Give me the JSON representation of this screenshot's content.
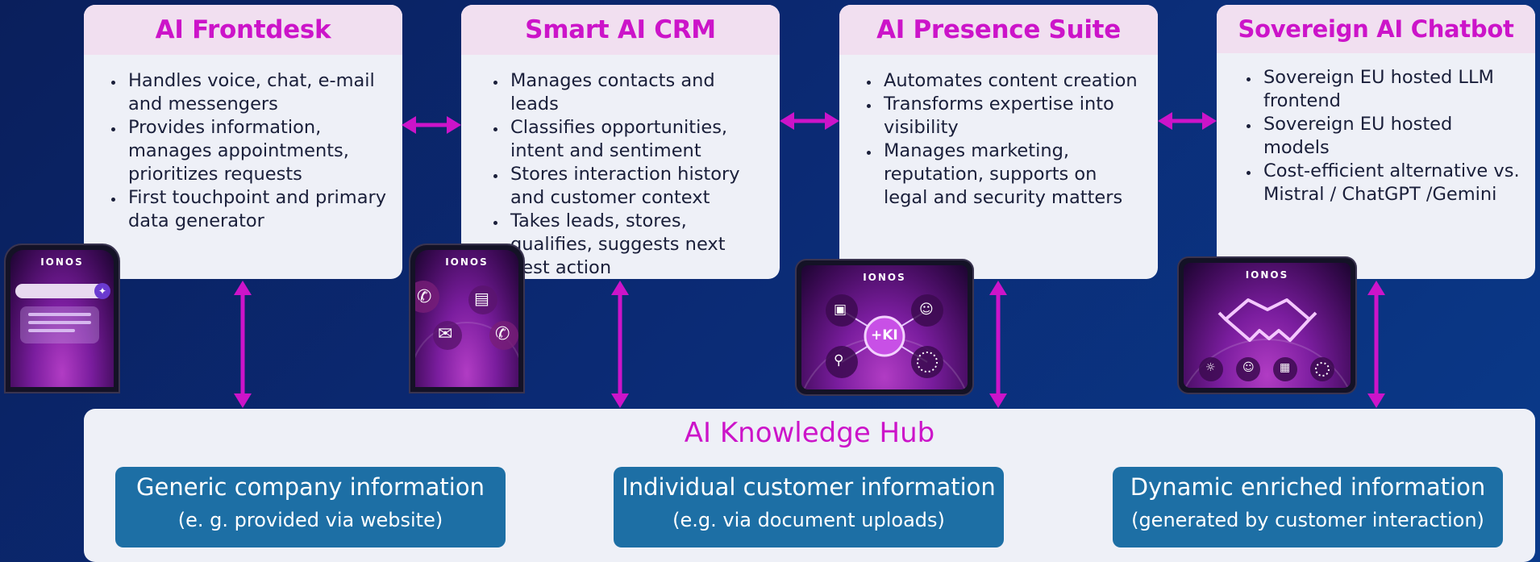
{
  "cards": [
    {
      "title": "AI Frontdesk",
      "bullets": [
        "Handles voice, chat, e-mail and messengers",
        "Provides information, manages appointments, prioritizes requests",
        "First touchpoint and primary data generator"
      ]
    },
    {
      "title": "Smart AI CRM",
      "bullets": [
        "Manages contacts and leads",
        "Classifies opportunities, intent and sentiment",
        "Stores interaction history and customer context",
        "Takes leads, stores, qualifies, suggests next best action"
      ]
    },
    {
      "title": "AI Presence Suite",
      "bullets": [
        "Automates content creation",
        "Transforms expertise into visibility",
        "Manages marketing, reputation, supports on legal and security matters"
      ]
    },
    {
      "title": "Sovereign AI Chatbot",
      "bullets": [
        "Sovereign EU hosted LLM frontend",
        "Sovereign EU hosted models",
        "Cost-efficient alternative vs. Mistral / ChatGPT /Gemini"
      ]
    }
  ],
  "hub": {
    "title": "AI Knowledge Hub",
    "boxes": [
      {
        "title": "Generic company information",
        "subtitle": "(e. g. provided via website)"
      },
      {
        "title": "Individual customer information",
        "subtitle": "(e.g. via document uploads)"
      },
      {
        "title": "Dynamic enriched information",
        "subtitle": "(generated by customer interaction)"
      }
    ]
  },
  "devices": {
    "brand": "IONOS",
    "ki_label": "+KI"
  },
  "colors": {
    "accent": "#cc14c9",
    "card_bg": "#eef0f7",
    "card_header_bg": "#f1dff0",
    "info_box": "#1d6fa5",
    "background": "#0b2a74"
  }
}
